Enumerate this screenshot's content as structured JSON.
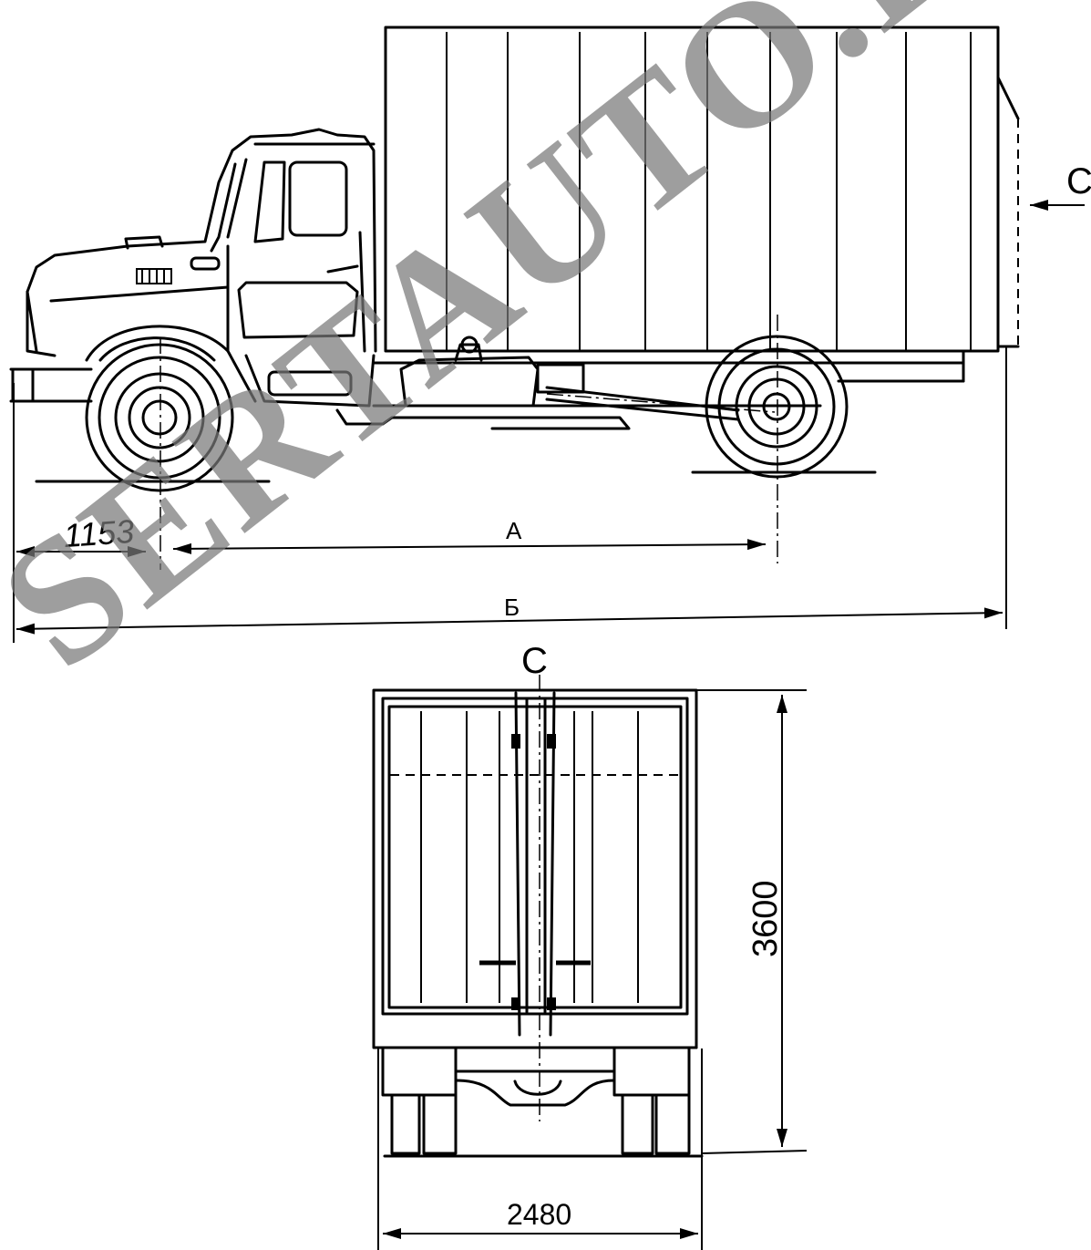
{
  "watermark": "SERTAUTO.RU",
  "dimensions": {
    "front_overhang": "1153",
    "wheelbase": "А",
    "overall_length": "Б",
    "section_marker": "С",
    "section_title": "С",
    "height": "3600",
    "width": "2480"
  }
}
